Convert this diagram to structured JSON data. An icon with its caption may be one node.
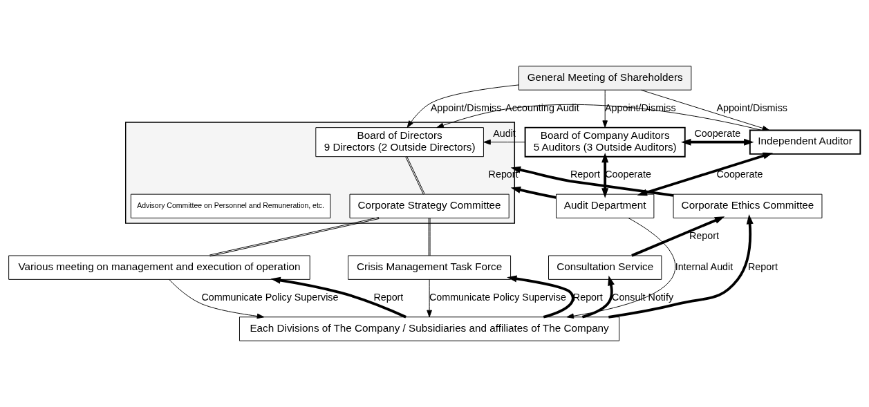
{
  "diagram": {
    "nodes": [
      {
        "text": [
          "General Meeting of Shareholders"
        ]
      },
      {
        "text": [],
        "shape": "box"
      },
      {
        "text": [
          "Board of Directors",
          "9 Directors (2 Outside Directors)"
        ],
        "in": 1
      },
      {
        "text": [
          "Advisory Committee on Personnel and Remuneration, etc."
        ],
        "in": 1
      },
      {
        "text": [
          "Corporate Strategy Committee"
        ],
        "in": 1
      },
      {
        "text": [
          "Various meeting on management and execution of operation"
        ]
      },
      {
        "text": [
          "Crisis Management Task Force"
        ]
      },
      {
        "text": [
          "Board of Company Auditors",
          "5 Auditors (3 Outside Auditors)"
        ]
      },
      {
        "text": [
          "Independent Auditor"
        ]
      },
      {
        "text": [
          "Audit Department"
        ]
      },
      {
        "text": [
          "Corporate Ethics Committee"
        ]
      },
      {
        "text": [
          "Consultation Service"
        ]
      },
      {
        "text": [
          "Each Divisions of The Company / Subsidiaries and affiliates of The Company"
        ]
      }
    ],
    "edges": [
      {
        "from": 0,
        "to": 2,
        "arrow": "to",
        "label": "Appoint/Dismiss"
      },
      {
        "from": 0,
        "to": 7,
        "arrow": "to",
        "label": "Appoint/Dismiss"
      },
      {
        "from": 0,
        "to": 8,
        "arrow": "to",
        "label": "Appoint/Dismiss"
      },
      {
        "from": 7,
        "to": 2,
        "arrow": "to",
        "label": "Audit"
      },
      {
        "from": 7,
        "to": 8,
        "arrow": "both",
        "label": "Cooperate",
        "style": "thick"
      },
      {
        "from": 8,
        "to": 2,
        "arrow": "to",
        "label": "Accounting Audit"
      },
      {
        "from": 7,
        "to": 9,
        "arrow": "both",
        "label": "Cooperate",
        "style": "thick"
      },
      {
        "from": 8,
        "to": 9,
        "arrow": "both",
        "label": "Cooperate",
        "style": "thick"
      },
      {
        "from": 2,
        "to": 4,
        "arrow": "none"
      },
      {
        "from": 4,
        "to": 5,
        "arrow": "none"
      },
      {
        "from": 4,
        "to": 6,
        "arrow": "none"
      },
      {
        "from": 9,
        "to": 1,
        "arrow": "to",
        "label": "Report",
        "style": "thick"
      },
      {
        "from": 10,
        "to": 1,
        "arrow": "to",
        "label": "Report",
        "style": "thick"
      },
      {
        "from": 5,
        "to": 12,
        "arrow": "to",
        "label": "Communicate Policy Supervise"
      },
      {
        "from": 12,
        "to": 5,
        "arrow": "to",
        "label": "Report",
        "style": "thick"
      },
      {
        "from": 6,
        "to": 12,
        "arrow": "to",
        "label": "Communicate Policy Supervise"
      },
      {
        "from": 12,
        "to": 6,
        "arrow": "to",
        "label": "Report",
        "style": "thick"
      },
      {
        "from": 12,
        "to": 10,
        "arrow": "to",
        "label": "Report",
        "style": "thick"
      },
      {
        "from": 11,
        "to": 10,
        "arrow": "to",
        "label": "Report",
        "style": "thick"
      },
      {
        "from": 12,
        "to": 11,
        "arrow": "to",
        "label": "Consult Notify",
        "style": "thick"
      },
      {
        "from": 9,
        "to": 12,
        "arrow": "to",
        "label": "Internal Audit"
      }
    ]
  }
}
